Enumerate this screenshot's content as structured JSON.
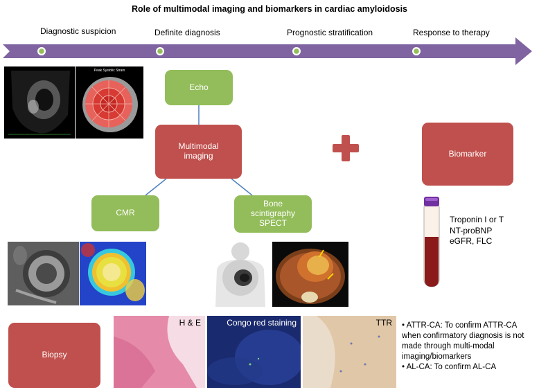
{
  "title": "Role of multimodal imaging and biomarkers in cardiac amyloidosis",
  "timeline": {
    "stages": [
      "Diagnostic suspicion",
      "Definite diagnosis",
      "Prognostic stratification",
      "Response to therapy"
    ]
  },
  "nodes": {
    "echo": "Echo",
    "multimodal": "Multimodal imaging",
    "cmr": "CMR",
    "bone_line1": "Bone",
    "bone_line2": "scintigraphy",
    "bone_line3": "SPECT",
    "biomarker": "Biomarker",
    "biopsy": "Biopsy"
  },
  "biomarkers": [
    "Troponin I or T",
    "NT-proBNP",
    "eGFR, FLC"
  ],
  "histology": {
    "he": "H & E",
    "congo": "Congo red staining",
    "ttr": "TTR"
  },
  "echo_image_caption": "Peak Systolic Strain",
  "notes": [
    "• ATTR-CA: To confirm ATTR-CA when confirmatory diagnosis is not made through multi-modal imaging/biomarkers",
    "• AL-CA: To confirm AL-CA"
  ],
  "colors": {
    "arrow": "#8064a2",
    "green_box": "#93bd5a",
    "red_box": "#c0504d",
    "plus": "#c0504d",
    "connector": "#4f81bd"
  }
}
